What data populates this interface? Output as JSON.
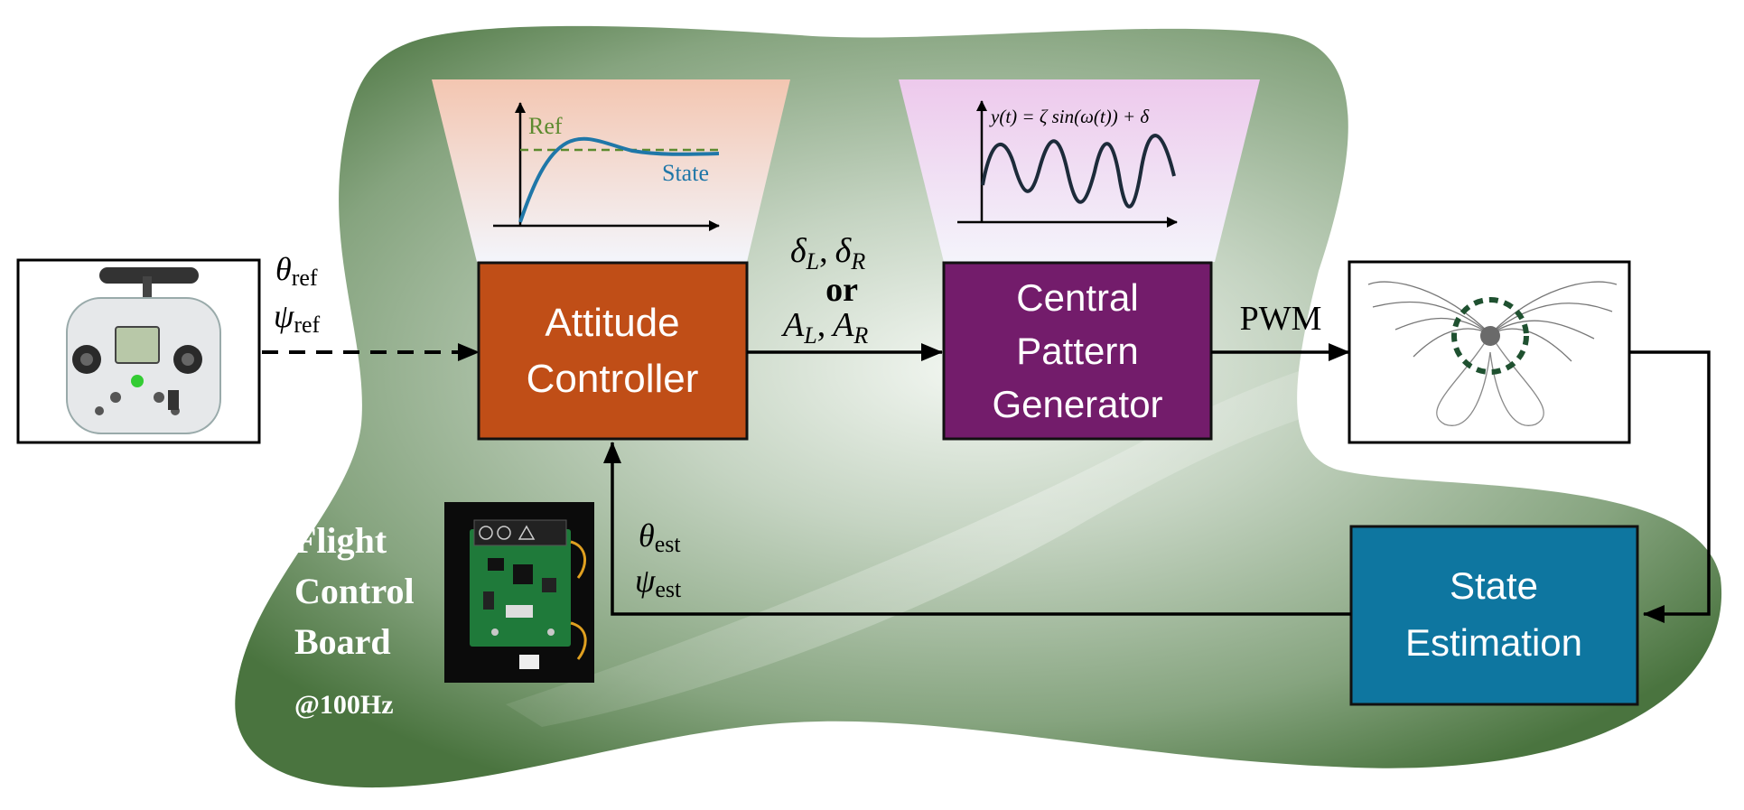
{
  "blocks": {
    "attitude_controller": {
      "line1": "Attitude",
      "line2": "Controller",
      "color": "#C04E17"
    },
    "cpg": {
      "line1": "Central",
      "line2": "Pattern",
      "line3": "Generator",
      "color": "#731C6B"
    },
    "state_estimation": {
      "line1": "State",
      "line2": "Estimation",
      "color": "#0E76A0"
    }
  },
  "signals": {
    "theta_ref": "θ",
    "theta_ref_sub": "ref",
    "psi_ref": "ψ",
    "psi_ref_sub": "ref",
    "delta_line": "δ",
    "delta_L_sub": "L",
    "delta_R_sub": "R",
    "or_label": "or",
    "A_sym": "A",
    "A_L_sub": "L",
    "A_R_sub": "R",
    "comma": ",",
    "pwm": "PWM",
    "theta_est": "θ",
    "theta_est_sub": "est",
    "psi_est": "ψ",
    "psi_est_sub": "est"
  },
  "inset_ref": {
    "ref_label": "Ref",
    "state_label": "State",
    "ref_color": "#5C8A2E",
    "state_color": "#1F77A8"
  },
  "inset_cpg": {
    "equation": "y(t) = ζ sin(ω(t)) + δ"
  },
  "board": {
    "line1": "Flight",
    "line2": "Control",
    "line3": "Board",
    "rate": "@100Hz"
  },
  "colors": {
    "background_blob": "#4F7A48",
    "arrow": "#000000"
  },
  "icons": {
    "transmitter": "radio-transmitter-icon",
    "flapper": "flapping-wing-robot-icon",
    "pcb": "flight-control-board-icon"
  }
}
